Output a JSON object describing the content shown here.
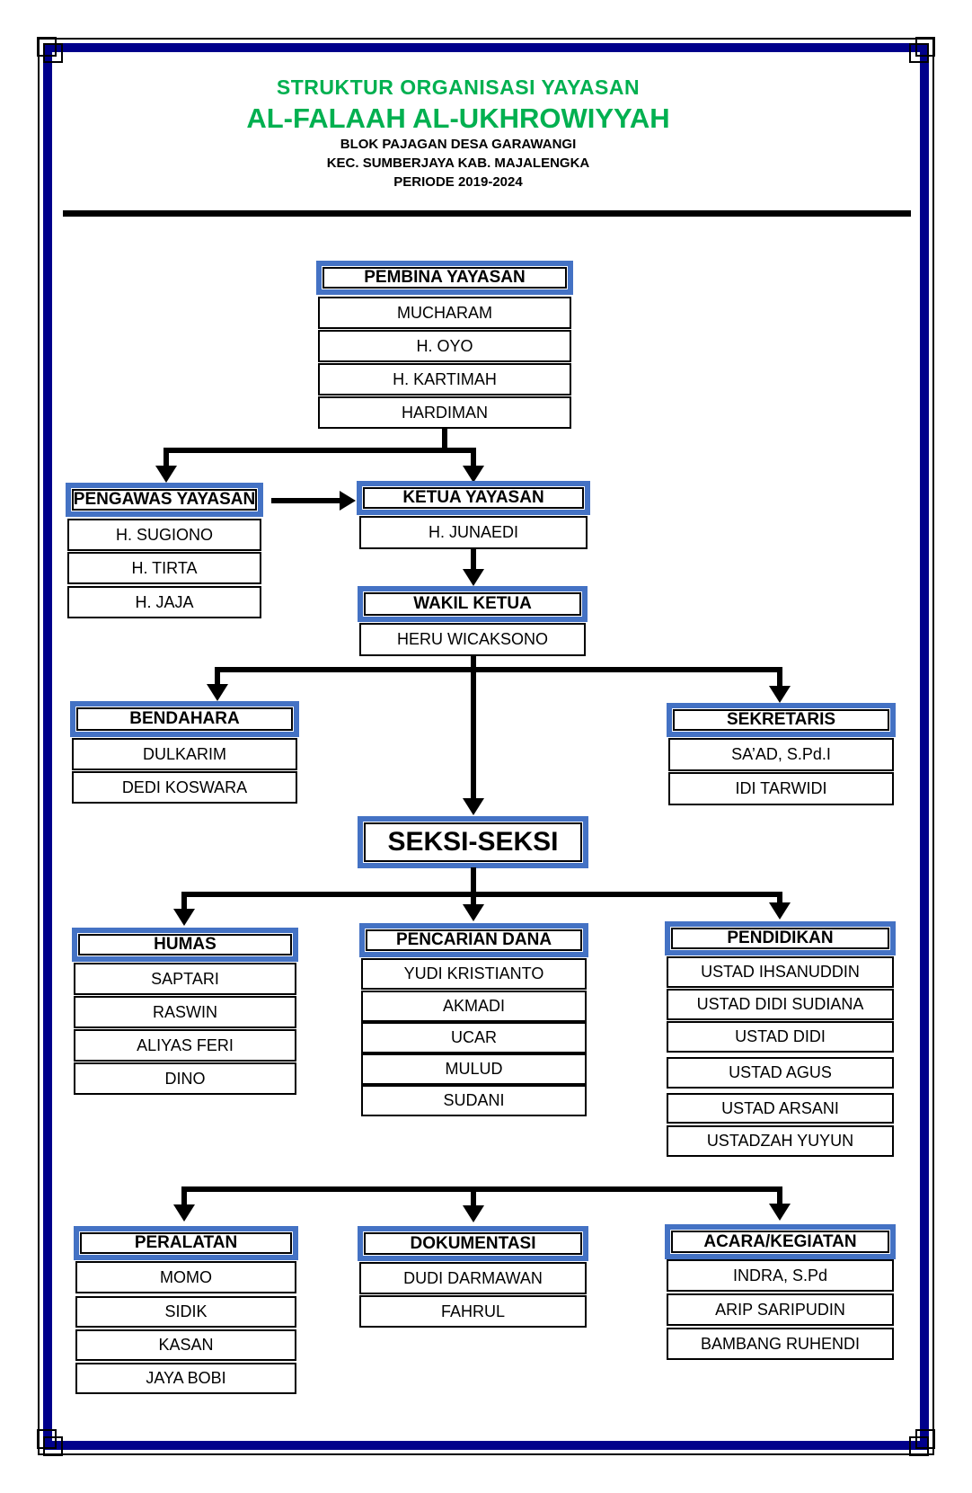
{
  "header": {
    "title_line1": "STRUKTUR ORGANISASI YAYASAN",
    "title_line2": "AL-FALAAH AL-UKHROWIYYAH",
    "subtitle_line1": "BLOK PAJAGAN DESA GARAWANGI",
    "subtitle_line2": "KEC. SUMBERJAYA KAB. MAJALENGKA",
    "subtitle_line3": "PERIODE 2019-2024"
  },
  "colors": {
    "title_green": "#00B050",
    "box_border_blue": "#4472C4",
    "frame_navy": "#00008B",
    "connector_black": "#000000"
  },
  "units": {
    "pembina_yayasan": {
      "title": "PEMBINA YAYASAN",
      "members": [
        "MUCHARAM",
        "H. OYO",
        "H. KARTIMAH",
        "HARDIMAN"
      ]
    },
    "pengawas_yayasan": {
      "title": "PENGAWAS YAYASAN",
      "members": [
        "H. SUGIONO",
        "H. TIRTA",
        "H. JAJA"
      ]
    },
    "ketua_yayasan": {
      "title": "KETUA YAYASAN",
      "members": [
        "H. JUNAEDI"
      ]
    },
    "wakil_ketua": {
      "title": "WAKIL KETUA",
      "members": [
        "HERU WICAKSONO"
      ]
    },
    "bendahara": {
      "title": "BENDAHARA",
      "members": [
        "DULKARIM",
        "DEDI KOSWARA"
      ]
    },
    "sekretaris": {
      "title": "SEKRETARIS",
      "members": [
        "SA’AD, S.Pd.I",
        "IDI TARWIDI"
      ]
    },
    "seksi": {
      "title": "SEKSI-SEKSI"
    },
    "humas": {
      "title": "HUMAS",
      "members": [
        "SAPTARI",
        "RASWIN",
        "ALIYAS FERI",
        "DINO"
      ]
    },
    "pencarian_dana": {
      "title": "PENCARIAN DANA",
      "members": [
        "YUDI KRISTIANTO",
        "AKMADI",
        "UCAR",
        "MULUD",
        "SUDANI"
      ]
    },
    "pendidikan": {
      "title": "PENDIDIKAN",
      "members": [
        "USTAD IHSANUDDIN",
        "USTAD DIDI SUDIANA",
        "USTAD DIDI",
        "USTAD AGUS",
        "USTAD ARSANI",
        "USTADZAH YUYUN"
      ]
    },
    "peralatan": {
      "title": "PERALATAN",
      "members": [
        "MOMO",
        "SIDIK",
        "KASAN",
        "JAYA BOBI"
      ]
    },
    "dokumentasi": {
      "title": "DOKUMENTASI",
      "members": [
        "DUDI DARMAWAN",
        "FAHRUL"
      ]
    },
    "acara_kegiatan": {
      "title": "ACARA/KEGIATAN",
      "members": [
        "INDRA, S.Pd",
        "ARIP SARIPUDIN",
        "BAMBANG RUHENDI"
      ]
    }
  }
}
